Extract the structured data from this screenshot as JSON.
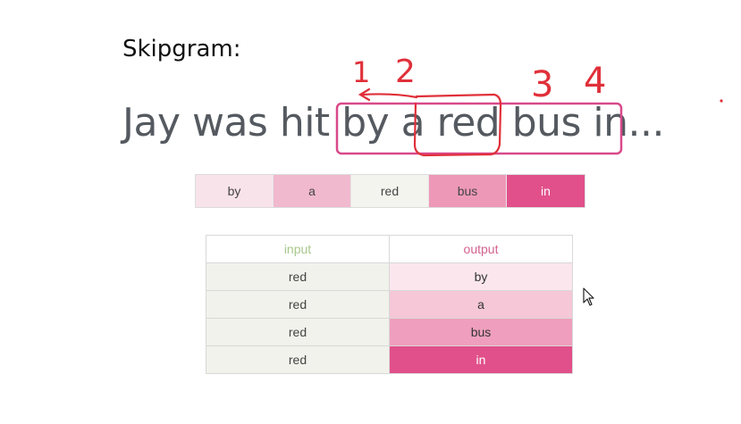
{
  "slide": {
    "heading": "Skipgram:",
    "sentence": {
      "before": "Jay was hit ",
      "ctx_left": "by a ",
      "center": "red",
      "ctx_right": " bus in",
      "after": "..."
    },
    "annotations": [
      "1",
      "2",
      "3",
      "4"
    ]
  },
  "window": {
    "cells": [
      {
        "label": "by",
        "color": "#f9e3ea"
      },
      {
        "label": "a",
        "color": "#f1b9cd"
      },
      {
        "label": "red",
        "color": "#f3f4ee"
      },
      {
        "label": "bus",
        "color": "#ee98b8"
      },
      {
        "label": "in",
        "color": "#e1508a"
      }
    ]
  },
  "table": {
    "headers": {
      "input": "input",
      "output": "output"
    },
    "rows": [
      {
        "input": "red",
        "output": "by",
        "output_color": "#fbe6ed"
      },
      {
        "input": "red",
        "output": "a",
        "output_color": "#f5c7d7"
      },
      {
        "input": "red",
        "output": "bus",
        "output_color": "#ef9fbd"
      },
      {
        "input": "red",
        "output": "in",
        "output_color": "#e1508a"
      }
    ]
  },
  "colors": {
    "highlight": "#d9498a",
    "annotation_ink": "#e0303a"
  }
}
